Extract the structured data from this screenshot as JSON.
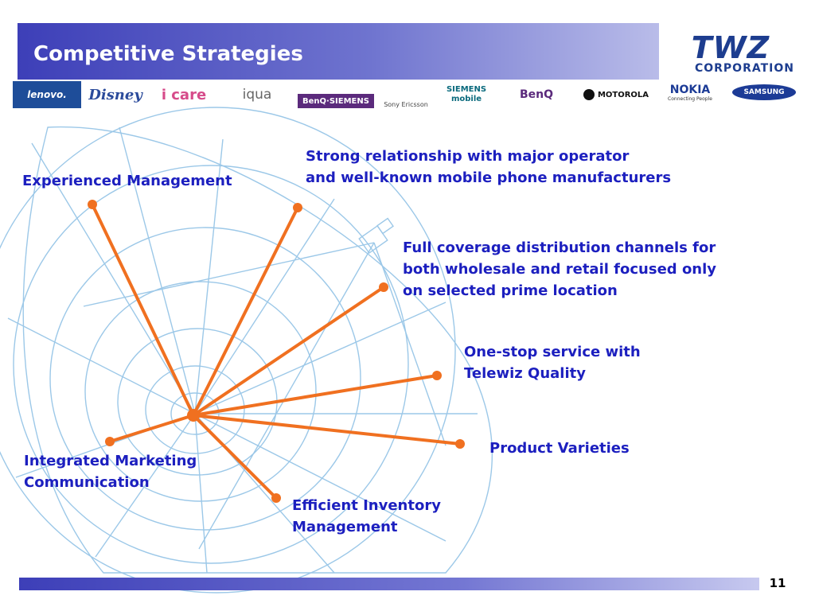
{
  "slide": {
    "title": "Competitive Strategies",
    "page_number": "11"
  },
  "corporation": {
    "logo_text": "TWZ",
    "subtitle": "CORPORATION"
  },
  "partner_logos": [
    {
      "name": "lenovo-logo",
      "text": "lenovo."
    },
    {
      "name": "disney-logo",
      "text": "Disney"
    },
    {
      "name": "icare-logo",
      "text": "i care"
    },
    {
      "name": "iqua-logo",
      "text": "iqua"
    },
    {
      "name": "benq-siemens-logo",
      "text": "BenQ·SIEMENS"
    },
    {
      "name": "sony-ericsson-logo",
      "text": "Sony Ericsson"
    },
    {
      "name": "siemens-mobile-logo",
      "text": "SIEMENS",
      "text2": "mobile"
    },
    {
      "name": "benq-logo",
      "text": "BenQ"
    },
    {
      "name": "motorola-logo",
      "text": "MOTOROLA"
    },
    {
      "name": "nokia-logo",
      "text": "NOKIA",
      "text2": "Connecting People"
    },
    {
      "name": "samsung-logo",
      "text": "SAMSUNG"
    }
  ],
  "strategies": {
    "experienced_management": "Experienced Management",
    "operator_relationship": [
      "Strong relationship with major operator",
      "and well-known mobile phone manufacturers"
    ],
    "distribution_channels": [
      "Full coverage distribution channels for",
      "both wholesale and retail focused only",
      "on selected prime location"
    ],
    "one_stop_service": [
      "One-stop service with",
      "Telewiz Quality"
    ],
    "product_varieties": "Product Varieties",
    "integrated_marketing": [
      "Integrated Marketing",
      "Communication"
    ],
    "efficient_inventory": [
      "Efficient Inventory",
      "Management"
    ]
  },
  "colors": {
    "title_bar": "#3d3fb8",
    "label_text": "#1c1fbf",
    "spokes": "#f07020",
    "dish_grid": "#9cc8e8"
  }
}
